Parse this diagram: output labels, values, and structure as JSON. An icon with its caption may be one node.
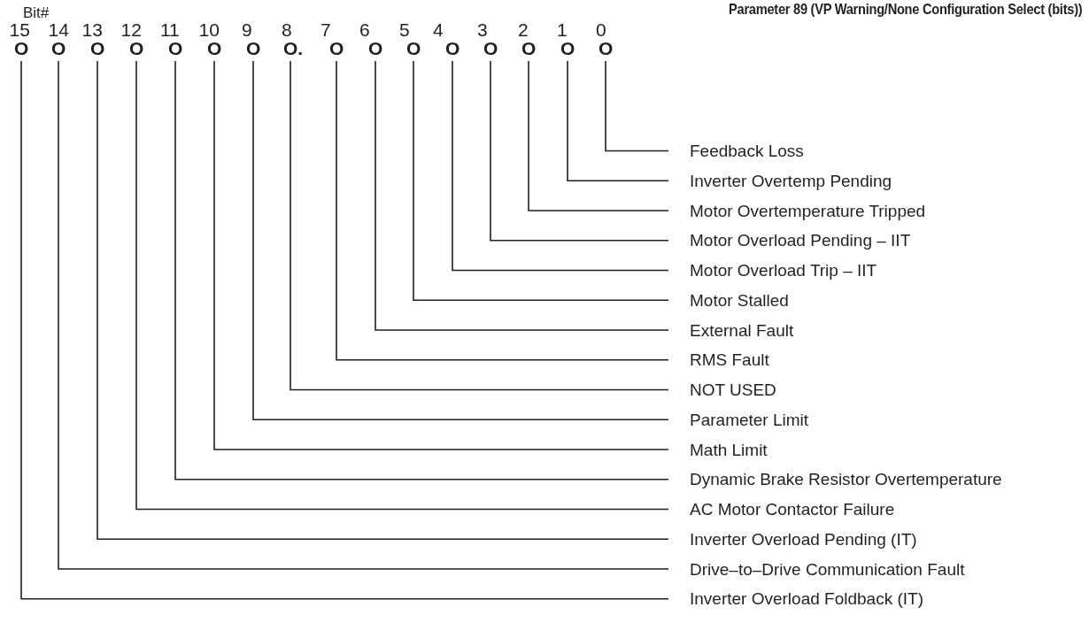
{
  "diagram": {
    "title": "Parameter 89 (VP Warning/None Configuration Select (bits))",
    "nodes": [
      {
        "text": [
          "O"
        ],
        "beside": [
          "15"
        ]
      },
      {
        "text": [
          "O"
        ],
        "beside": [
          "14"
        ]
      },
      {
        "text": [
          "O"
        ],
        "beside": [
          "13"
        ]
      },
      {
        "text": [
          "O"
        ],
        "beside": [
          "12"
        ]
      },
      {
        "text": [
          "O"
        ],
        "beside": [
          "11"
        ]
      },
      {
        "text": [
          "O"
        ],
        "beside": [
          "10"
        ]
      },
      {
        "text": [
          "O"
        ],
        "beside": [
          "9"
        ]
      },
      {
        "text": [
          "O."
        ],
        "beside": [
          "8"
        ]
      },
      {
        "text": [
          "O"
        ],
        "beside": [
          "7"
        ]
      },
      {
        "text": [
          "O"
        ],
        "beside": [
          "6"
        ]
      },
      {
        "text": [
          "O"
        ],
        "beside": [
          "5"
        ]
      },
      {
        "text": [
          "O"
        ],
        "beside": [
          "4"
        ]
      },
      {
        "text": [
          "O"
        ],
        "beside": [
          "3"
        ]
      },
      {
        "text": [
          "O"
        ],
        "beside": [
          "2"
        ]
      },
      {
        "text": [
          "O"
        ],
        "beside": [
          "1"
        ]
      },
      {
        "text": [
          "O"
        ],
        "beside": [
          "0"
        ]
      },
      {
        "text": [
          "Feedback Loss"
        ]
      },
      {
        "text": [
          "Inverter Overtemp Pending"
        ]
      },
      {
        "text": [
          "Motor Overtemperature Tripped"
        ]
      },
      {
        "text": [
          "Motor Overload Pending – IIT"
        ]
      },
      {
        "text": [
          "Motor Overload Trip – IIT"
        ]
      },
      {
        "text": [
          "Motor Stalled"
        ]
      },
      {
        "text": [
          "External Fault"
        ]
      },
      {
        "text": [
          "RMS Fault"
        ]
      },
      {
        "text": [
          "NOT USED"
        ]
      },
      {
        "text": [
          "Parameter Limit"
        ]
      },
      {
        "text": [
          "Math Limit"
        ]
      },
      {
        "text": [
          "Dynamic Brake Resistor Overtemperature"
        ]
      },
      {
        "text": [
          "AC Motor Contactor Failure"
        ]
      },
      {
        "text": [
          "Inverter Overload Pending (IT)"
        ]
      },
      {
        "text": [
          "Drive–to–Drive Communication Fault"
        ]
      },
      {
        "text": [
          "Inverter Overload Foldback (IT)"
        ]
      }
    ],
    "edges": [
      {
        "from": 15,
        "to": 16,
        "arrow": "none"
      },
      {
        "from": 14,
        "to": 17,
        "arrow": "none"
      },
      {
        "from": 13,
        "to": 18,
        "arrow": "none"
      },
      {
        "from": 12,
        "to": 19,
        "arrow": "none"
      },
      {
        "from": 11,
        "to": 20,
        "arrow": "none"
      },
      {
        "from": 10,
        "to": 21,
        "arrow": "none"
      },
      {
        "from": 9,
        "to": 22,
        "arrow": "none"
      },
      {
        "from": 8,
        "to": 23,
        "arrow": "none"
      },
      {
        "from": 7,
        "to": 24,
        "arrow": "none"
      },
      {
        "from": 6,
        "to": 25,
        "arrow": "none"
      },
      {
        "from": 5,
        "to": 26,
        "arrow": "none"
      },
      {
        "from": 4,
        "to": 27,
        "arrow": "none"
      },
      {
        "from": 3,
        "to": 28,
        "arrow": "none"
      },
      {
        "from": 2,
        "to": 29,
        "arrow": "none"
      },
      {
        "from": 1,
        "to": 30,
        "arrow": "none"
      },
      {
        "from": 0,
        "to": 31,
        "arrow": "none"
      }
    ],
    "labels": [
      "Bit#"
    ]
  }
}
